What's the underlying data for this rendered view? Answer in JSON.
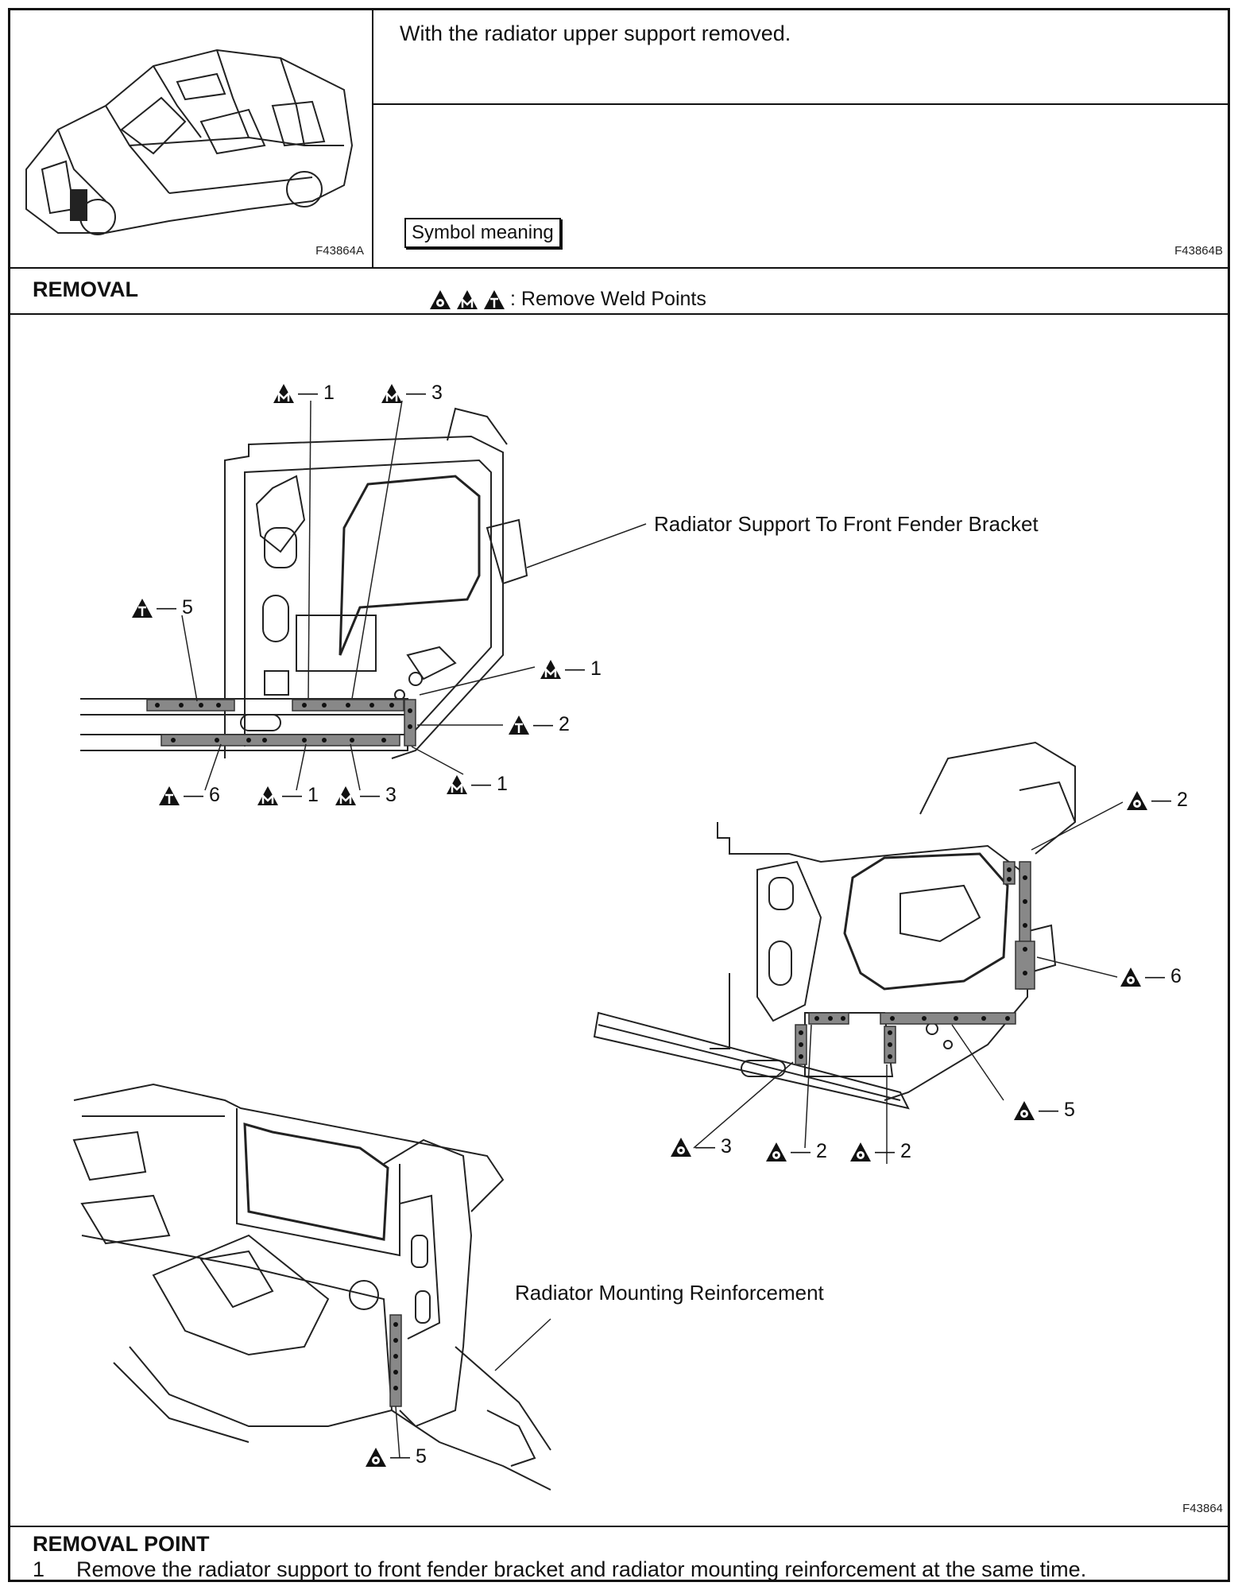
{
  "header": {
    "thumbnail_code": "F43864A",
    "condition_note": "With the radiator upper support removed.",
    "symbol_box_label": "Symbol meaning",
    "symbol_description": ": Remove Weld Points",
    "symbol_code": "F43864B"
  },
  "removal": {
    "title": "REMOVAL",
    "figure_code": "F43864",
    "labels": {
      "bracket": "Radiator Support To Front Fender Bracket",
      "reinforcement": "Radiator Mounting Reinforcement"
    },
    "callouts": {
      "tl_m1_top": "— 1",
      "tl_m3_top": "— 3",
      "tl_t5": "— 5",
      "tl_m1_right": "— 1",
      "tl_t2": "— 2",
      "tl_t6": "— 6",
      "tl_m1_bottom": "— 1",
      "tl_m3_bottom": "— 3",
      "tl_m1_corner": "— 1",
      "r_o2_top": "— 2",
      "r_o6": "— 6",
      "r_o5": "— 5",
      "r_o3": "— 3",
      "r_o2_a": "— 2",
      "r_o2_b": "— 2",
      "bl_o5": "— 5"
    }
  },
  "removal_point": {
    "title": "REMOVAL POINT",
    "step_number": "1",
    "step_text": "Remove the radiator support to front fender bracket and radiator mounting reinforcement at the same time."
  },
  "icons": [
    "circle-triangle-icon",
    "m-triangle-icon",
    "t-triangle-icon"
  ]
}
